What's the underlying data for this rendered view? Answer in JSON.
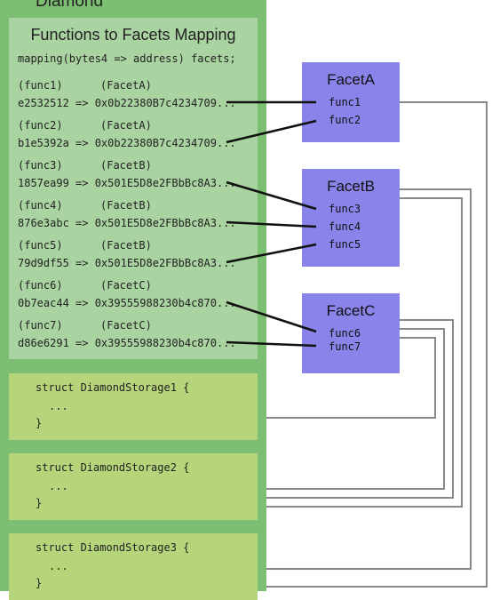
{
  "diamond": {
    "title": "Diamond"
  },
  "mapping": {
    "title": "Functions to Facets Mapping",
    "declaration": "mapping(bytes4 => address) facets;",
    "entries": [
      {
        "func": "(func1)",
        "facet": "(FacetA)",
        "line": "e2532512 => 0x0b22380B7c4234709..."
      },
      {
        "func": "(func2)",
        "facet": "(FacetA)",
        "line": "b1e5392a => 0x0b22380B7c4234709..."
      },
      {
        "func": "(func3)",
        "facet": "(FacetB)",
        "line": "1857ea99 => 0x501E5D8e2FBbBc8A3..."
      },
      {
        "func": "(func4)",
        "facet": "(FacetB)",
        "line": "876e3abc => 0x501E5D8e2FBbBc8A3..."
      },
      {
        "func": "(func5)",
        "facet": "(FacetB)",
        "line": "79d9df55 => 0x501E5D8e2FBbBc8A3..."
      },
      {
        "func": "(func6)",
        "facet": "(FacetC)",
        "line": "0b7eac44 => 0x39555988230b4c870..."
      },
      {
        "func": "(func7)",
        "facet": "(FacetC)",
        "line": "d86e6291 => 0x39555988230b4c870..."
      }
    ]
  },
  "storages": [
    {
      "line1": "struct DiamondStorage1 {",
      "line2": "...",
      "line3": "}"
    },
    {
      "line1": "struct DiamondStorage2 {",
      "line2": "...",
      "line3": "}"
    },
    {
      "line1": "struct DiamondStorage3 {",
      "line2": "...",
      "line3": "}"
    }
  ],
  "facets": [
    {
      "name": "FacetA",
      "funcs": [
        "func1",
        "func2"
      ]
    },
    {
      "name": "FacetB",
      "funcs": [
        "func3",
        "func4",
        "func5"
      ]
    },
    {
      "name": "FacetC",
      "funcs": [
        "func6",
        "func7"
      ]
    }
  ],
  "colors": {
    "diamond": "#7dbf72",
    "mapping_panel": "#a9d3a0",
    "storage": "#b6d57a",
    "facet": "#8a84ea",
    "connector": "#111111",
    "storage_link": "#888888"
  }
}
